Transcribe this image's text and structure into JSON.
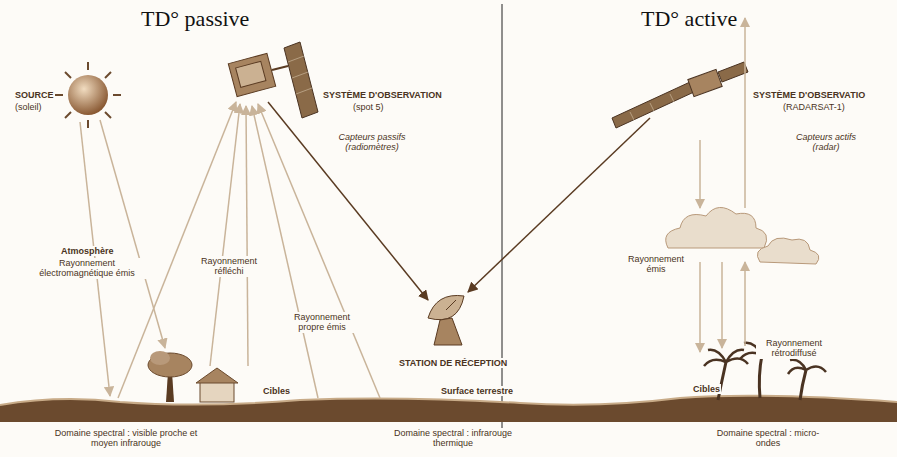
{
  "diagram": {
    "labels": [
      "TD° passive",
      "TD° active",
      "SOURCE",
      "(soleil)",
      "SYSTÈME D'OBSERVATION",
      "(spot 5)",
      "Capteurs passifs (radiomètres)",
      "SYSTÈME D'OBSERVATIO",
      "(RADARSAT-1)",
      "Capteurs actifs (radar)",
      "Atmosphère",
      "Rayonnement électromagnétique émis",
      "Rayonnement réfléchi",
      "Rayonnement propre émis",
      "STATION DE RÉCEPTION",
      "Cibles",
      "Surface terrestre",
      "Cibles",
      "Rayonnement émis",
      "Rayonnement rétrodiffusé",
      "Domaine spectral : visible proche et moyen infrarouge",
      "Domaine spectral : infrarouge thermique",
      "Domaine spectral : micro-ondes"
    ]
  }
}
